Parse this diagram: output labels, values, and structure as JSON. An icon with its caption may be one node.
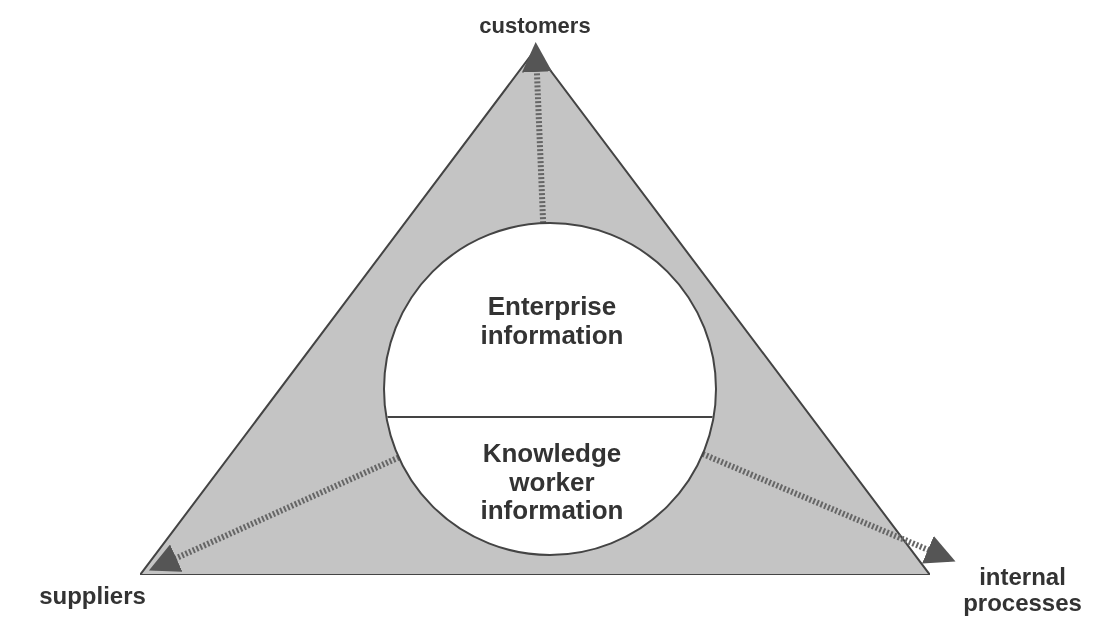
{
  "diagram": {
    "nodes": [
      {
        "text": [],
        "shape": "triangle"
      },
      {
        "text": [],
        "shape": "circle",
        "in": 0
      },
      {
        "text": [
          "Enterprise information"
        ],
        "in": 1
      },
      {
        "text": [
          "Knowledge worker information"
        ],
        "in": 1
      },
      {
        "text": [
          "customers"
        ]
      },
      {
        "text": [
          "suppliers"
        ]
      },
      {
        "text": [
          "internal processes"
        ]
      }
    ],
    "edges": [
      {
        "from": 2,
        "to": 4,
        "arrow": "to"
      },
      {
        "from": 3,
        "to": 5,
        "arrow": "to"
      },
      {
        "from": 3,
        "to": 6,
        "arrow": "to"
      }
    ]
  }
}
